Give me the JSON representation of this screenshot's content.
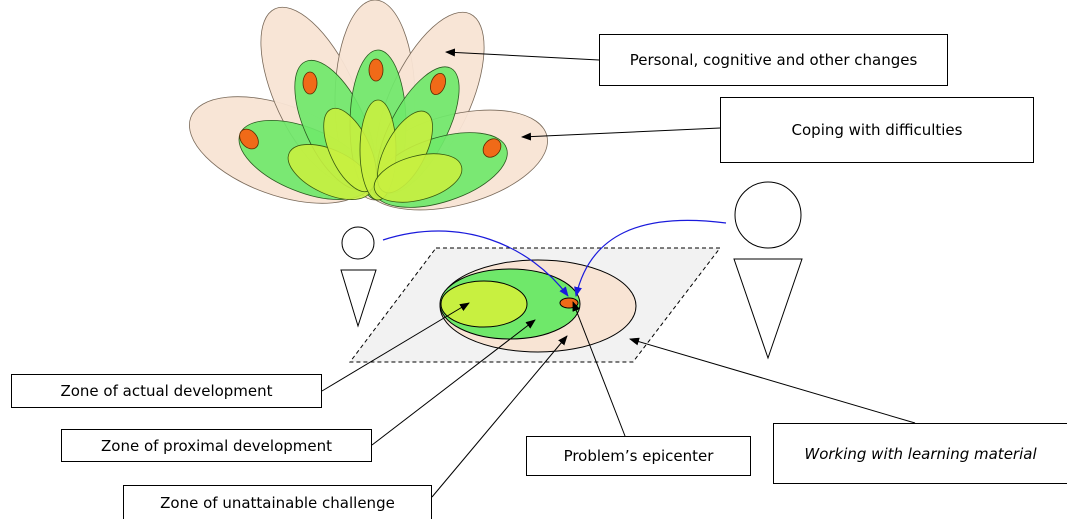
{
  "labels": {
    "personal_changes": "Personal, cognitive and other changes",
    "coping": "Coping with difficulties",
    "zone_actual": "Zone of actual development",
    "zone_proximal": "Zone of proximal development",
    "zone_unattainable": "Zone of unattainable challenge",
    "epicenter": "Problem’s epicenter",
    "learning_material": "Working with learning material"
  },
  "colors": {
    "outer_petal": "#f8e4d4",
    "mid_petal": "#6fe86a",
    "inner_petal": "#c8f040",
    "epicenter": "#f06a18",
    "connector": "#1a1adc",
    "workspace": "#f2f2f2"
  }
}
